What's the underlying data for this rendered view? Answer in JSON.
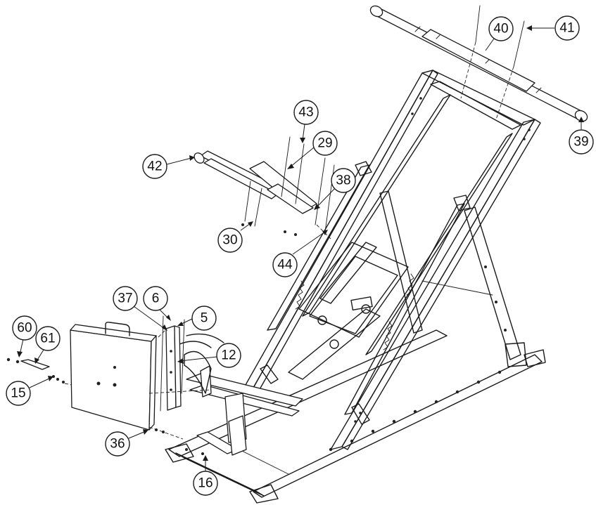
{
  "callouts": [
    {
      "id": "c40",
      "label": "40"
    },
    {
      "id": "c41",
      "label": "41"
    },
    {
      "id": "c39",
      "label": "39"
    },
    {
      "id": "c43",
      "label": "43"
    },
    {
      "id": "c29",
      "label": "29"
    },
    {
      "id": "c42",
      "label": "42"
    },
    {
      "id": "c38",
      "label": "38"
    },
    {
      "id": "c30",
      "label": "30"
    },
    {
      "id": "c44",
      "label": "44"
    },
    {
      "id": "c37",
      "label": "37"
    },
    {
      "id": "c6",
      "label": "6"
    },
    {
      "id": "c5",
      "label": "5"
    },
    {
      "id": "c12",
      "label": "12"
    },
    {
      "id": "c60",
      "label": "60"
    },
    {
      "id": "c61",
      "label": "61"
    },
    {
      "id": "c15",
      "label": "15"
    },
    {
      "id": "c36",
      "label": "36"
    },
    {
      "id": "c16",
      "label": "16"
    }
  ]
}
